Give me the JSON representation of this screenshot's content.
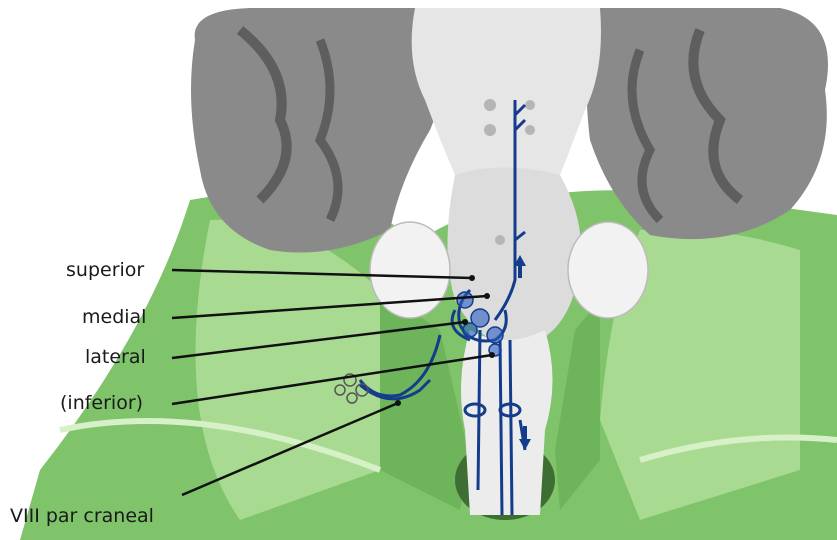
{
  "labels": {
    "superior": "superior",
    "medial": "medial",
    "lateral": "lateral",
    "inferior": "(inferior)",
    "nerve": "VIII par craneal"
  },
  "colors": {
    "background": "#ffffff",
    "skull_green": "#7fc36a",
    "skull_green_light": "#b8e3a4",
    "brain_gray": "#8a8a8a",
    "brain_gray_dark": "#5e5e5e",
    "brainstem_white": "#e6e6e6",
    "pathway_blue": "#143c8c",
    "leader_line": "#111111"
  },
  "icons": [
    "pathway-arrow-up-icon",
    "pathway-arrow-down-icon"
  ]
}
